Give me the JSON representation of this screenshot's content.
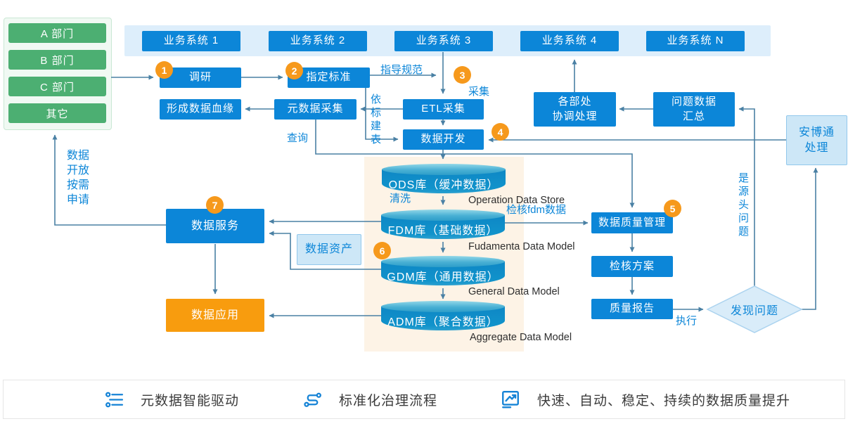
{
  "departments": {
    "items": [
      "A 部门",
      "B 部门",
      "C 部门",
      "其它"
    ]
  },
  "systems": {
    "items": [
      "业务系统 1",
      "业务系统 2",
      "业务系统 3",
      "业务系统 4",
      "业务系统 N"
    ]
  },
  "badges": [
    "1",
    "2",
    "3",
    "4",
    "5",
    "6",
    "7"
  ],
  "nodes": {
    "survey": "调研",
    "set_standard": "指定标准",
    "lineage": "形成数据血缘",
    "metadata_collect": "元数据采集",
    "etl": "ETL采集",
    "data_dev": "数据开发",
    "dept_coord": "各部处\n协调处理",
    "issue_summary": "问题数据\n汇总",
    "anbotong": "安博通\n处理",
    "data_service": "数据服务",
    "data_asset": "数据资产",
    "data_app": "数据应用",
    "quality_mgmt": "数据质量管理",
    "check_plan": "检核方案",
    "quality_report": "质量报告",
    "found_issue": "发现问题"
  },
  "edge_labels": {
    "guide": "指导规范",
    "collect": "采集",
    "build_table": "依标建表",
    "query": "查询",
    "clean": "清洗",
    "check_fdm": "检核fdm数据",
    "execute": "执行",
    "source_issue": "是源头问题",
    "open_data": "数据\n开放\n按需\n申请"
  },
  "cylinders": [
    {
      "title": "ODS库（缓冲数据）",
      "subtitle": "Operation Data Store"
    },
    {
      "title": "FDM库（基础数据）",
      "subtitle": "Fudamenta Data Model"
    },
    {
      "title": "GDM库（通用数据）",
      "subtitle": "General Data Model"
    },
    {
      "title": "ADM库（聚合数据）",
      "subtitle": "Aggregate Data Model"
    }
  ],
  "footer": {
    "items": [
      {
        "icon": "sliders-icon",
        "label": "元数据智能驱动"
      },
      {
        "icon": "flow-icon",
        "label": "标准化治理流程"
      },
      {
        "icon": "trend-chart-icon",
        "label": "快速、自动、稳定、持续的数据质量提升"
      }
    ]
  },
  "colors": {
    "primary": "#0c86d8",
    "orange": "#f89c0e",
    "badge": "#f6991c",
    "green": "#4caf72",
    "line": "#4a80a4"
  }
}
